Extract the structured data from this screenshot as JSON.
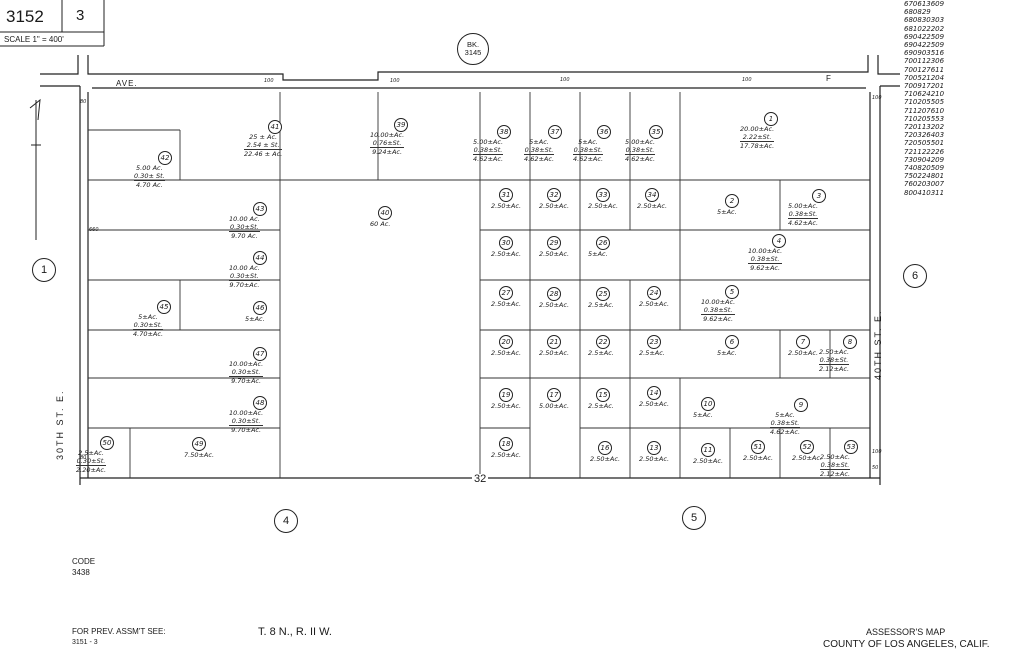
{
  "header": {
    "map_number": "3152",
    "sheet": "3",
    "scale": "SCALE 1\" = 400'",
    "book_prefix": "BK.",
    "book_number": "3145"
  },
  "streets": {
    "top_prefix": "AVE.",
    "top_suffix": "F",
    "left": "30TH ST. E.",
    "right": "40TH ST. E.",
    "section": "32"
  },
  "adjacent": {
    "left": "1",
    "right": "6",
    "bottom_left": "4",
    "bottom_right": "5"
  },
  "parcels": [
    {
      "id": "42",
      "text": [
        "5.00 Ac.",
        "0.30± St.",
        "4.70 Ac."
      ]
    },
    {
      "id": "41",
      "text": [
        "25 ± Ac.",
        "2.54 ± St.",
        "22.46 ± Ac."
      ]
    },
    {
      "id": "39",
      "text": [
        "10.00±Ac.",
        "0.76±St.",
        "9.24±Ac."
      ]
    },
    {
      "id": "38",
      "text": [
        "5.00±Ac.",
        "0.38±St.",
        "4.62±Ac."
      ]
    },
    {
      "id": "37",
      "text": [
        "5±Ac.",
        "0.38±St.",
        "4.62±Ac."
      ]
    },
    {
      "id": "36",
      "text": [
        "5±Ac.",
        "0.38±St.",
        "4.62±Ac."
      ]
    },
    {
      "id": "35",
      "text": [
        "5.00±Ac.",
        "0.38±St.",
        "4.62±Ac."
      ]
    },
    {
      "id": "1",
      "text": [
        "20.00±Ac.",
        "2.22±St.",
        "17.78±Ac."
      ]
    },
    {
      "id": "43",
      "text": [
        "10.00 Ac.",
        "0.30±St.",
        "9.70 Ac."
      ]
    },
    {
      "id": "40",
      "text": [
        "60 Ac."
      ]
    },
    {
      "id": "31",
      "text": [
        "2.50±Ac."
      ]
    },
    {
      "id": "32",
      "text": [
        "2.50±Ac."
      ]
    },
    {
      "id": "33",
      "text": [
        "2.50±Ac."
      ]
    },
    {
      "id": "34",
      "text": [
        "2.50±Ac."
      ]
    },
    {
      "id": "2",
      "text": [
        "5±Ac."
      ]
    },
    {
      "id": "3",
      "text": [
        "5.00±Ac.",
        "0.38±St.",
        "4.62±Ac."
      ]
    },
    {
      "id": "44",
      "text": [
        "10.00 Ac.",
        "0.30±St.",
        "9.70±Ac."
      ]
    },
    {
      "id": "30",
      "text": [
        "2.50±Ac."
      ]
    },
    {
      "id": "29",
      "text": [
        "2.50±Ac."
      ]
    },
    {
      "id": "26",
      "text": [
        "5±Ac."
      ]
    },
    {
      "id": "4",
      "text": [
        "10.00±Ac.",
        "0.38±St.",
        "9.62±Ac."
      ]
    },
    {
      "id": "45",
      "text": [
        "5±Ac.",
        "0.30±St.",
        "4.70±Ac."
      ]
    },
    {
      "id": "46",
      "text": [
        "5±Ac."
      ]
    },
    {
      "id": "27",
      "text": [
        "2.50±Ac."
      ]
    },
    {
      "id": "28",
      "text": [
        "2.50±Ac."
      ]
    },
    {
      "id": "25",
      "text": [
        "2.5±Ac."
      ]
    },
    {
      "id": "24",
      "text": [
        "2.50±Ac."
      ]
    },
    {
      "id": "5",
      "text": [
        "10.00±Ac.",
        "0.38±St.",
        "9.62±Ac."
      ]
    },
    {
      "id": "47",
      "text": [
        "10.00±Ac.",
        "0.30±St.",
        "9.70±Ac."
      ]
    },
    {
      "id": "20",
      "text": [
        "2.50±Ac."
      ]
    },
    {
      "id": "21",
      "text": [
        "2.50±Ac."
      ]
    },
    {
      "id": "22",
      "text": [
        "2.5±Ac."
      ]
    },
    {
      "id": "23",
      "text": [
        "2.5±Ac."
      ]
    },
    {
      "id": "6",
      "text": [
        "5±Ac."
      ]
    },
    {
      "id": "7",
      "text": [
        "2.50±Ac."
      ]
    },
    {
      "id": "8",
      "text": [
        "2.50±Ac.",
        "0.38±St.",
        "2.12±Ac."
      ]
    },
    {
      "id": "48",
      "text": [
        "10.00±Ac.",
        "0.30±St.",
        "9.70±Ac."
      ]
    },
    {
      "id": "19",
      "text": [
        "2.50±Ac."
      ]
    },
    {
      "id": "17",
      "text": [
        "5.00±Ac."
      ]
    },
    {
      "id": "15",
      "text": [
        "2.5±Ac."
      ]
    },
    {
      "id": "14",
      "text": [
        "2.50±Ac."
      ]
    },
    {
      "id": "10",
      "text": [
        "5±Ac."
      ]
    },
    {
      "id": "9",
      "text": [
        "5±Ac.",
        "0.38±St.",
        "4.62±Ac."
      ]
    },
    {
      "id": "50",
      "text": [
        "2.5±Ac.",
        "0.30±St.",
        "2.20±Ac."
      ]
    },
    {
      "id": "49",
      "text": [
        "7.50±Ac."
      ]
    },
    {
      "id": "18",
      "text": [
        "2.50±Ac."
      ]
    },
    {
      "id": "16",
      "text": [
        "2.50±Ac."
      ]
    },
    {
      "id": "13",
      "text": [
        "2.50±Ac."
      ]
    },
    {
      "id": "11",
      "text": [
        "2.50±Ac."
      ]
    },
    {
      "id": "51",
      "text": [
        "2.50±Ac."
      ]
    },
    {
      "id": "52",
      "text": [
        "2.50±Ac."
      ]
    },
    {
      "id": "53",
      "text": [
        "2.50±Ac.",
        "0.38±St.",
        "2.12±Ac."
      ]
    }
  ],
  "edge_dims": {
    "top": [
      "100",
      "100",
      "100",
      "100"
    ],
    "left": [
      "80",
      "660",
      "80"
    ],
    "right": [
      "100",
      "100",
      "50"
    ]
  },
  "revisions": [
    "670613609",
    "680829",
    "680830303",
    "681022202",
    "690422509",
    "690422509",
    "690903516",
    "700112306",
    "700127611",
    "700521204",
    "700917201",
    "710624210",
    "710205505",
    "711207610",
    "710205553",
    "720113202",
    "720326403",
    "720505501",
    "721122226",
    "730904209",
    "740820509",
    "750224801",
    "760203007",
    "800410311"
  ],
  "footer": {
    "code_label": "CODE",
    "code_value": "3438",
    "prev_label": "FOR PREV. ASSM'T SEE:",
    "prev_value": "3151 - 3",
    "township": "T. 8 N., R. II W.",
    "assessor": "ASSESSOR'S MAP",
    "county": "COUNTY OF LOS ANGELES, CALIF."
  }
}
